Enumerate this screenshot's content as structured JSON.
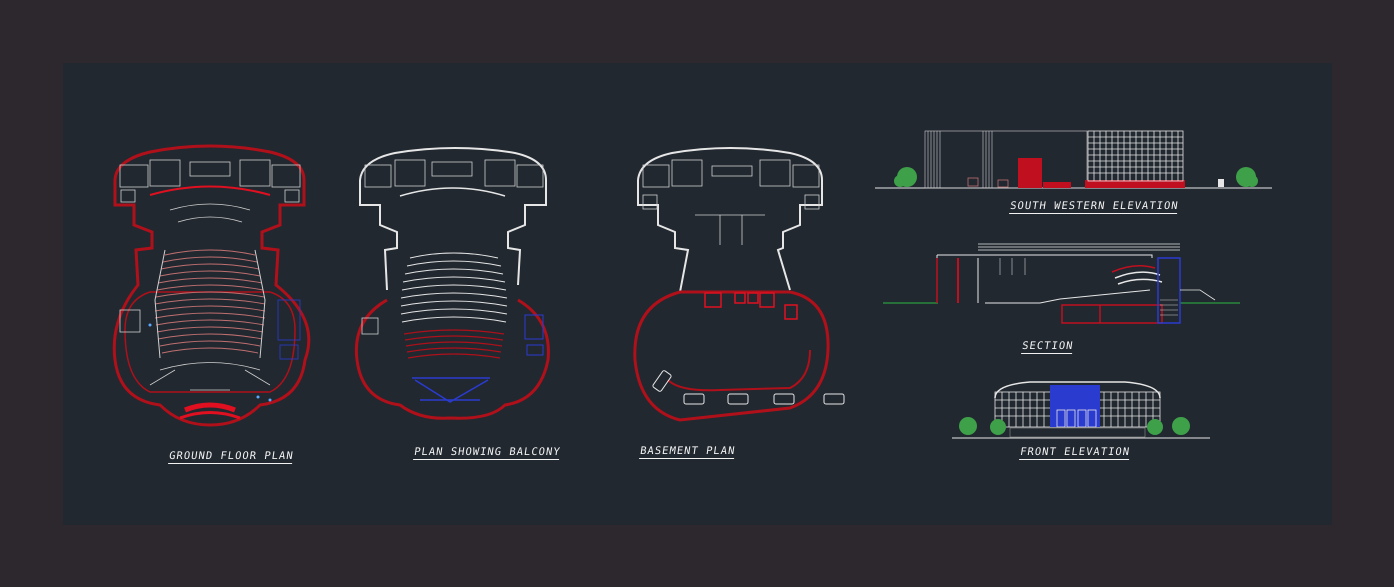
{
  "sheet": {
    "titles": {
      "ground_floor_plan": "GROUND FLOOR PLAN",
      "balcony_plan": "PLAN SHOWING BALCONY",
      "basement_plan": "BASEMENT PLAN",
      "south_western_elevation": "SOUTH WESTERN ELEVATION",
      "section": "SECTION",
      "front_elevation": "FRONT ELEVATION"
    }
  },
  "colors": {
    "canvas": "#2d282d",
    "sheet": "#212830",
    "line_white": "#e6e6e6",
    "line_red": "#b0101a",
    "line_red_bright": "#e01020",
    "line_blue": "#2a3bd0",
    "tree_green": "#3fa04a",
    "ground_green": "#2fb845"
  }
}
